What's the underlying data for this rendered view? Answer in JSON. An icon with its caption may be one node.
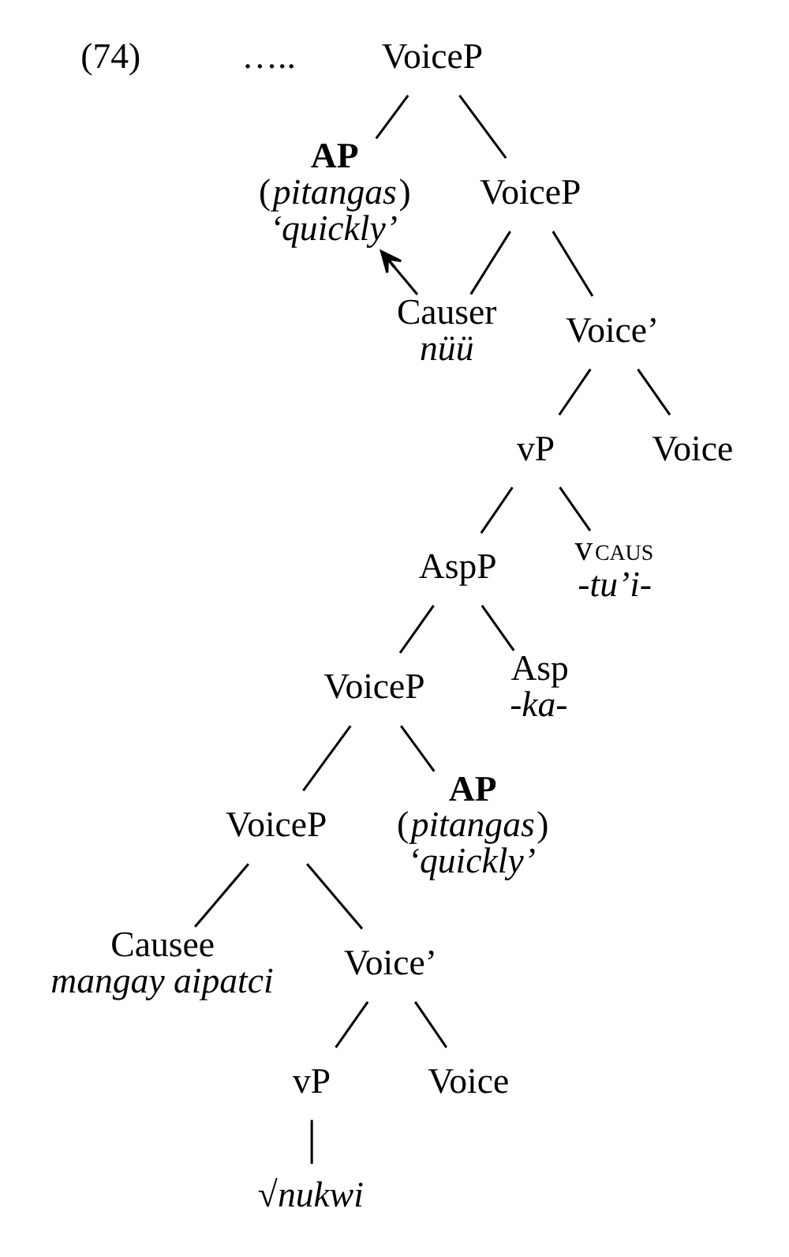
{
  "diagram": {
    "nodes": [
      {
        "text": [
          "VoiceP"
        ]
      },
      {
        "text": [
          "AP",
          "(*pitangas*)",
          "‘quickly’"
        ]
      },
      {
        "text": [
          "VoiceP"
        ]
      },
      {
        "text": [
          "Causer",
          "nüü"
        ]
      },
      {
        "text": [
          "Voice’"
        ]
      },
      {
        "text": [
          "vP"
        ]
      },
      {
        "text": [
          "Voice"
        ]
      },
      {
        "text": [
          "AspP"
        ]
      },
      {
        "text": [
          "v$_{CAUS}$",
          "-tu’i-"
        ]
      },
      {
        "text": [
          "VoiceP"
        ]
      },
      {
        "text": [
          "Asp",
          "-ka-"
        ]
      },
      {
        "text": [
          "VoiceP"
        ]
      },
      {
        "text": [
          "AP",
          "(*pitangas*)",
          "‘quickly’"
        ]
      },
      {
        "text": [
          "Causee",
          "mangay aipatci"
        ]
      },
      {
        "text": [
          "Voice’"
        ]
      },
      {
        "text": [
          "vP"
        ]
      },
      {
        "text": [
          "Voice"
        ]
      },
      {
        "text": [
          "√*nukwi*"
        ]
      }
    ],
    "edges": [
      {
        "from": 0,
        "to": 1,
        "arrow": "none"
      },
      {
        "from": 0,
        "to": 2,
        "arrow": "none"
      },
      {
        "from": 2,
        "to": 3,
        "arrow": "none"
      },
      {
        "from": 2,
        "to": 4,
        "arrow": "none"
      },
      {
        "from": 4,
        "to": 5,
        "arrow": "none"
      },
      {
        "from": 4,
        "to": 6,
        "arrow": "none"
      },
      {
        "from": 5,
        "to": 7,
        "arrow": "none"
      },
      {
        "from": 5,
        "to": 8,
        "arrow": "none"
      },
      {
        "from": 7,
        "to": 9,
        "arrow": "none"
      },
      {
        "from": 7,
        "to": 10,
        "arrow": "none"
      },
      {
        "from": 9,
        "to": 11,
        "arrow": "none"
      },
      {
        "from": 9,
        "to": 12,
        "arrow": "none"
      },
      {
        "from": 11,
        "to": 13,
        "arrow": "none"
      },
      {
        "from": 11,
        "to": 14,
        "arrow": "none"
      },
      {
        "from": 14,
        "to": 15,
        "arrow": "none"
      },
      {
        "from": 14,
        "to": 16,
        "arrow": "none"
      },
      {
        "from": 15,
        "to": 17,
        "arrow": "none"
      },
      {
        "from": 3,
        "to": 1,
        "arrow": "to"
      }
    ],
    "labels": [
      "(74)",
      "….."
    ]
  }
}
